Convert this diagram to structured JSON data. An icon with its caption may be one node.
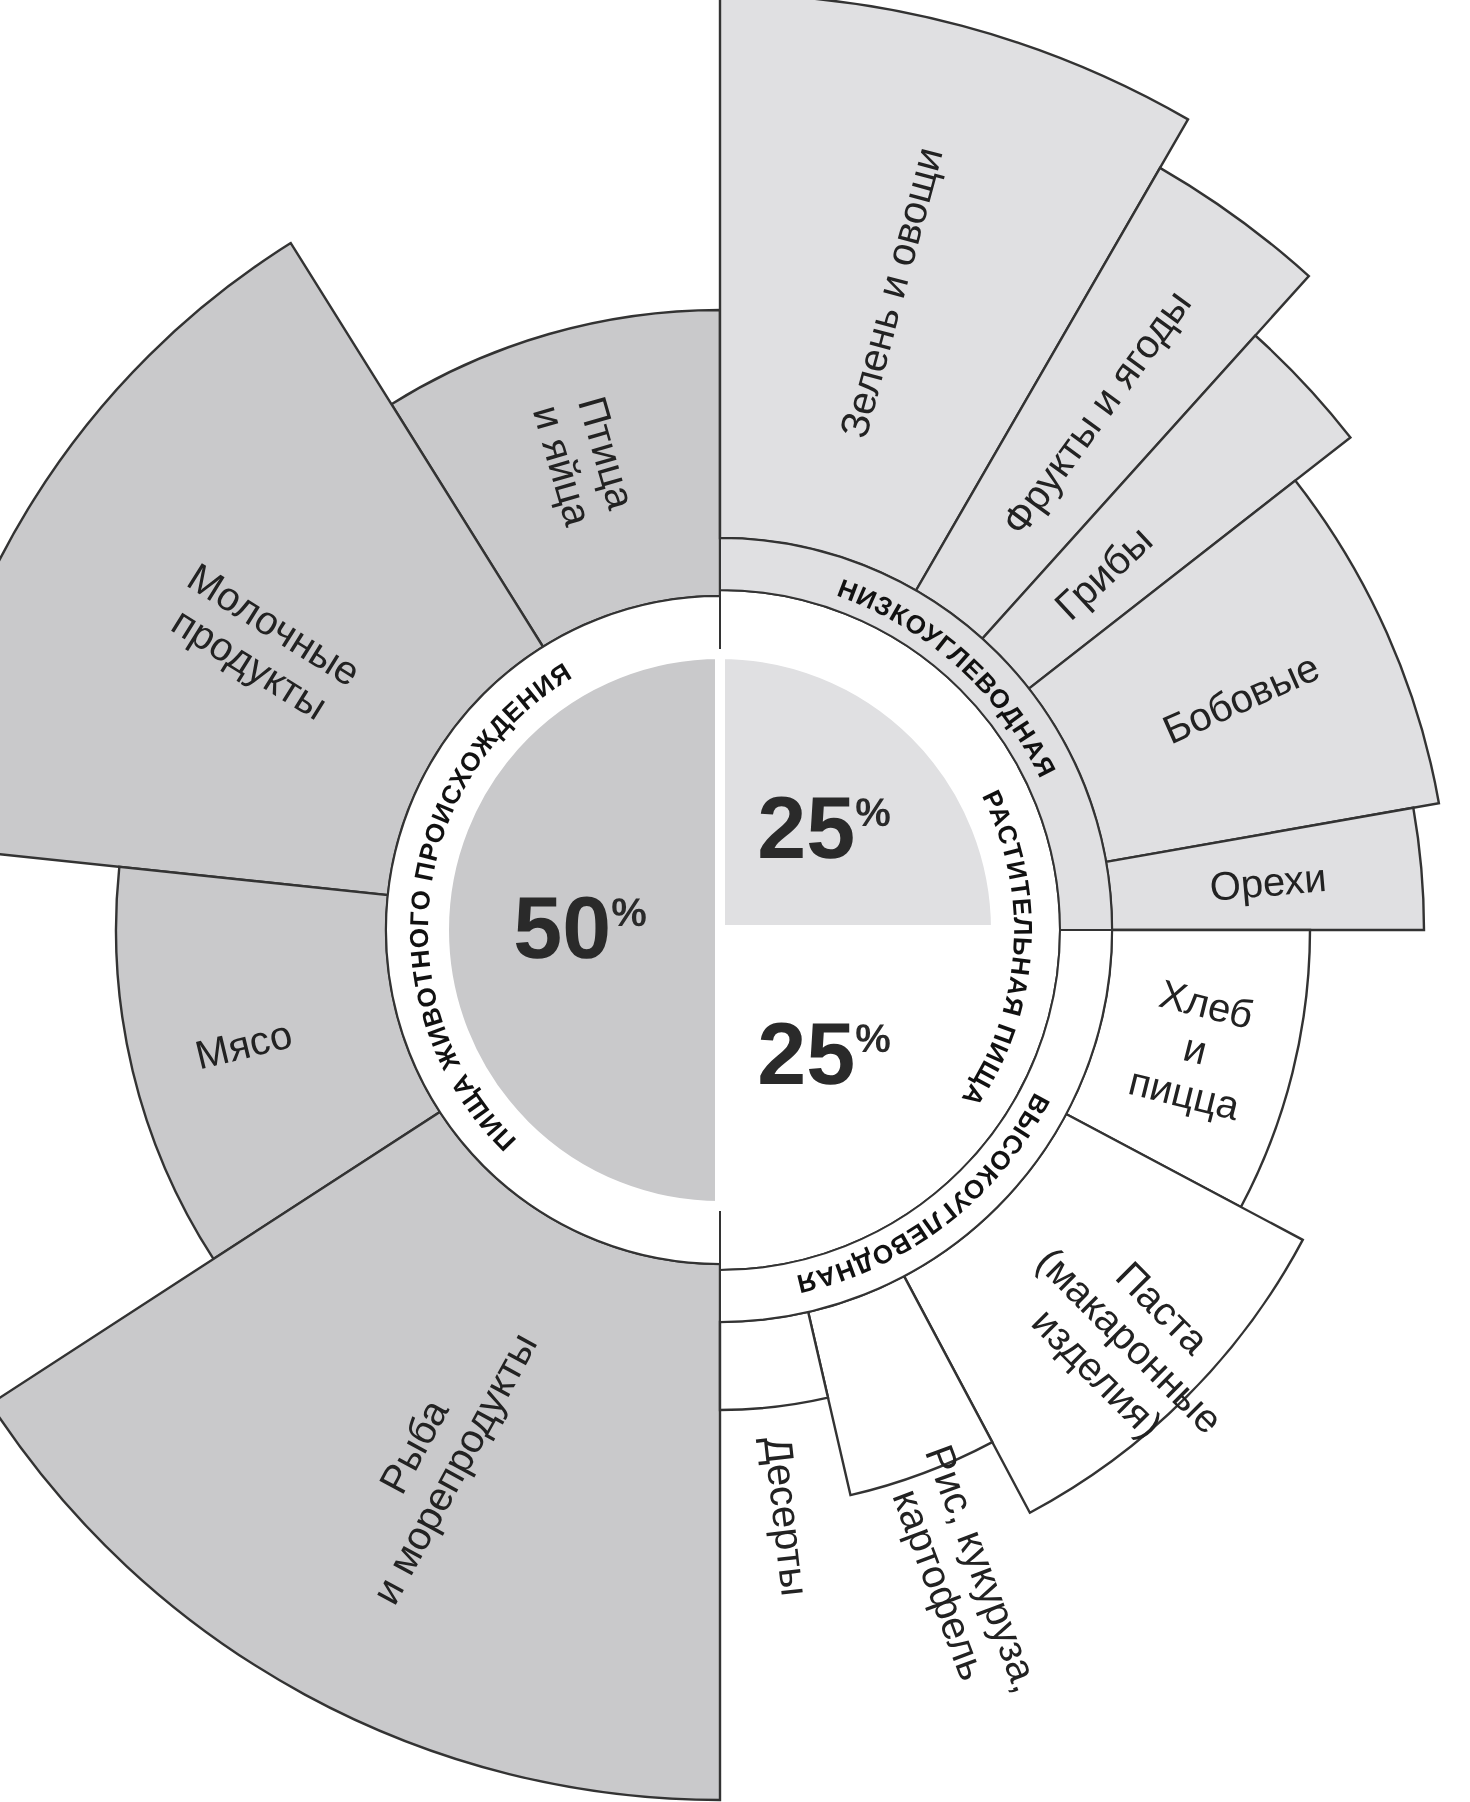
{
  "diagram": {
    "nodes": [
      {
        "text": [
          "50$^{%}$"
        ]
      },
      {
        "text": [
          "Птица и яйца"
        ]
      },
      {
        "text": [
          "Молочные продукты"
        ]
      },
      {
        "text": [
          "Мясо"
        ]
      },
      {
        "text": [
          "Рыба и морепродукты"
        ]
      },
      {
        "text": [
          "25$^{%}$"
        ]
      },
      {
        "text": [
          "Зелень и овощи"
        ]
      },
      {
        "text": [
          "Фрукты и ягоды"
        ]
      },
      {
        "text": [
          "Грибы"
        ]
      },
      {
        "text": [
          "Бобовые"
        ]
      },
      {
        "text": [
          "Орехи"
        ]
      },
      {
        "text": [
          "25$^{%}$"
        ]
      },
      {
        "text": [
          "Хлеб и пицца"
        ]
      },
      {
        "text": [
          "Паста (макаронные изделия)"
        ]
      },
      {
        "text": [
          "Рис, кукуруза, картофель"
        ]
      },
      {
        "text": [
          "Десерты"
        ]
      }
    ],
    "labels": [
      "ПИЩА ЖИВОТНОГО ПРОИСХОЖДЕНИЯ",
      "НИЗКОУГЛЕВОДНАЯ",
      "РАСТИТЕЛЬНАЯ ПИЩА",
      "ВЫСОКОУГЛЕВОДНАЯ"
    ]
  }
}
